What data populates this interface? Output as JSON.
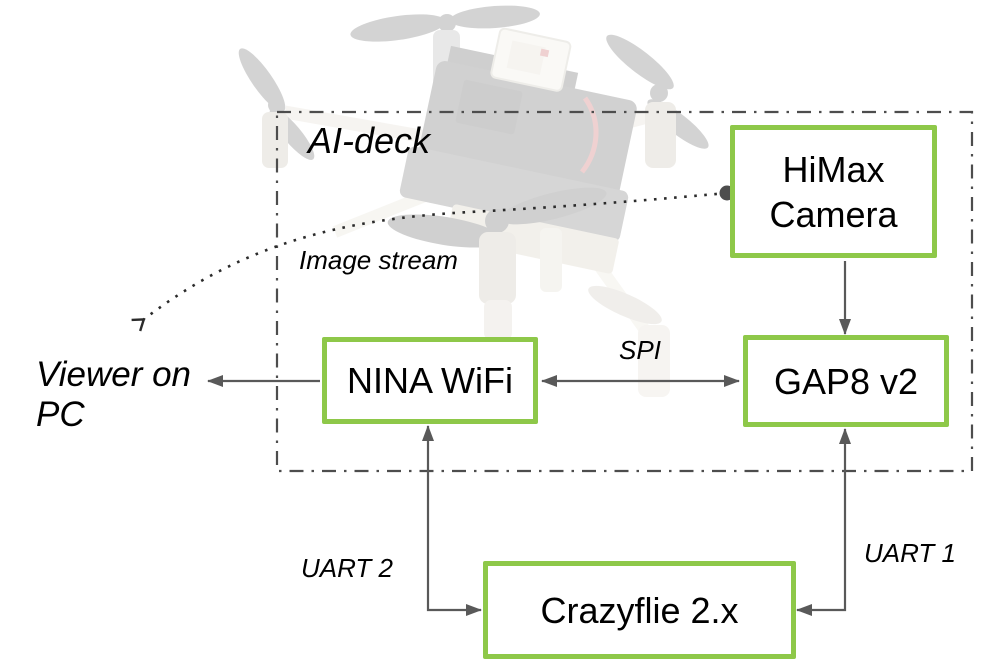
{
  "diagram": {
    "type": "architecture-diagram",
    "boundary": {
      "label": "AI-deck"
    },
    "nodes": {
      "himax": {
        "label": "HiMax Camera"
      },
      "nina": {
        "label": "NINA WiFi"
      },
      "gap8": {
        "label": "GAP8 v2"
      },
      "crazyflie": {
        "label": "Crazyflie 2.x"
      }
    },
    "external": {
      "viewer": {
        "label": "Viewer on PC"
      }
    },
    "connections": {
      "image_stream": {
        "label": "Image stream",
        "from": "HiMax Camera",
        "to": "Viewer on PC",
        "style": "dotted-curve"
      },
      "camera_to_gap8": {
        "from": "HiMax Camera",
        "to": "GAP8 v2",
        "style": "arrow"
      },
      "spi": {
        "label": "SPI",
        "from": "NINA WiFi",
        "to": "GAP8 v2",
        "style": "double-arrow"
      },
      "wifi_to_viewer": {
        "from": "NINA WiFi",
        "to": "Viewer on PC",
        "style": "arrow"
      },
      "uart2": {
        "label": "UART 2",
        "from": "Crazyflie 2.x",
        "to": "NINA WiFi",
        "style": "double-arrow"
      },
      "uart1": {
        "label": "UART 1",
        "from": "Crazyflie 2.x",
        "to": "GAP8 v2",
        "style": "double-arrow"
      }
    },
    "colors": {
      "node_border": "#8EC849",
      "node_fill": "#ffffff",
      "arrow": "#595959",
      "boundary_border": "#4d4d4d",
      "dotted_line": "#2b2b2b",
      "text": "#000000"
    }
  }
}
